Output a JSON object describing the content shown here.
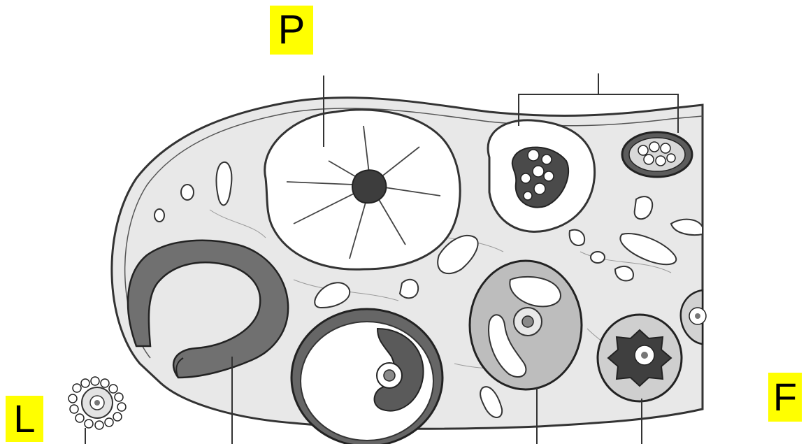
{
  "labels": {
    "p": "P",
    "l": "L",
    "f": "F"
  },
  "colors": {
    "label_background": "#ffff00",
    "line": "#333333",
    "stroma": "#e6e6e6",
    "dark_tissue": "#6a6a6a"
  },
  "structures": [
    "ovary-section",
    "corpus-albicans",
    "corpus-luteum",
    "secondary-follicles",
    "mature-follicle",
    "growing-follicle",
    "antral-follicle",
    "ovum"
  ]
}
